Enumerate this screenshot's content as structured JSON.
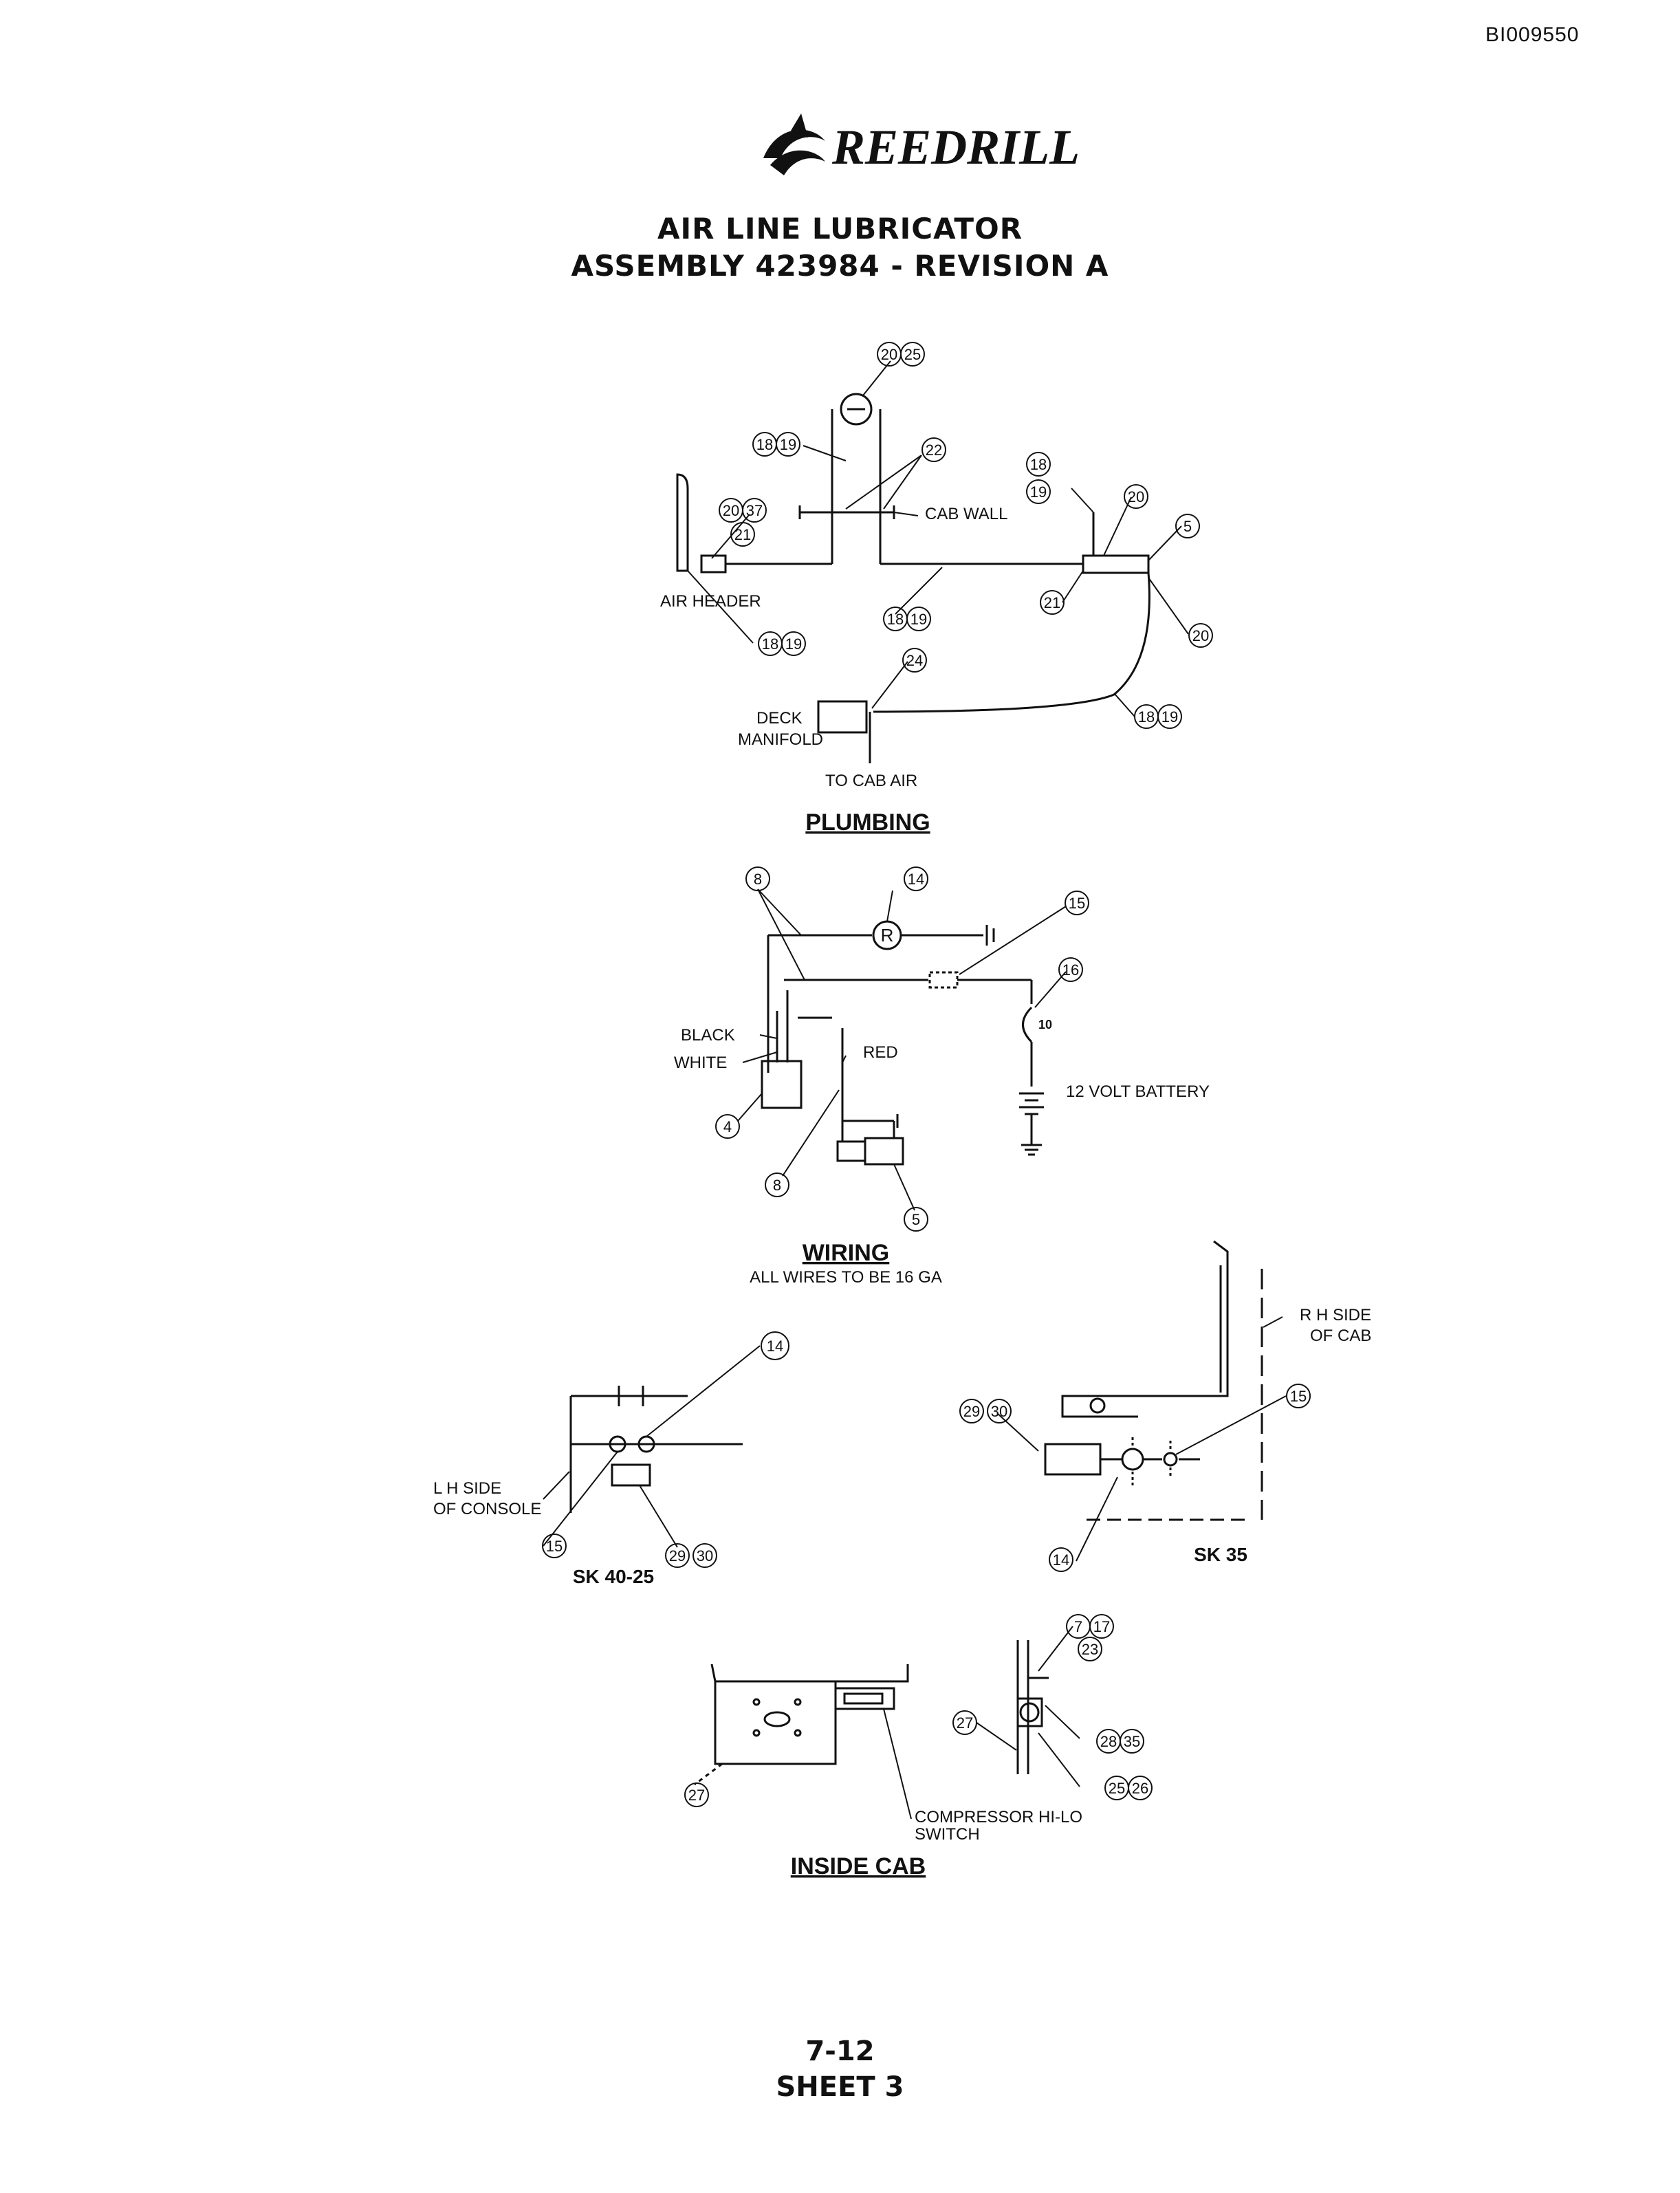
{
  "header": {
    "doc_id": "BI009550"
  },
  "logo": {
    "text": "REEDRILL"
  },
  "title": {
    "line1": "AIR LINE LUBRICATOR",
    "line2": "ASSEMBLY 423984 - REVISION A"
  },
  "plumbing": {
    "section_title": "PLUMBING",
    "labels": {
      "cab_wall": "CAB WALL",
      "air_header": "AIR HEADER",
      "deck": "DECK",
      "manifold": "MANIFOLD",
      "to_cab_air": "TO CAB AIR"
    },
    "balloons": [
      "20",
      "25",
      "18",
      "19",
      "22",
      "18",
      "19",
      "20",
      "20",
      "37",
      "21",
      "5",
      "21",
      "18",
      "19",
      "20",
      "18",
      "19",
      "24",
      "18",
      "19"
    ]
  },
  "wiring": {
    "section_title": "WIRING",
    "note": "ALL WIRES TO BE 16 GA",
    "labels": {
      "black": "BLACK",
      "white": "WHITE",
      "red": "RED",
      "battery": "12 VOLT BATTERY",
      "relay": "R",
      "fuse_rating": "10"
    },
    "balloons": [
      "8",
      "14",
      "15",
      "16",
      "4",
      "8",
      "5"
    ]
  },
  "sk_views": {
    "left": {
      "caption": "SK 40-25",
      "side_label_1": "L H  SIDE",
      "side_label_2": "OF CONSOLE",
      "balloons": [
        "14",
        "15",
        "29",
        "30"
      ]
    },
    "right": {
      "caption": "SK 35",
      "side_label_1": "R H  SIDE",
      "side_label_2": "OF CAB",
      "balloons": [
        "29",
        "30",
        "15",
        "14"
      ]
    }
  },
  "inside_cab": {
    "section_title": "INSIDE CAB",
    "label_line1": "COMPRESSOR HI-LO",
    "label_line2": "SWITCH",
    "balloons": [
      "27",
      "7",
      "17",
      "23",
      "27",
      "28",
      "35",
      "25",
      "26"
    ]
  },
  "footer": {
    "page": "7-12",
    "sheet": "SHEET 3"
  }
}
